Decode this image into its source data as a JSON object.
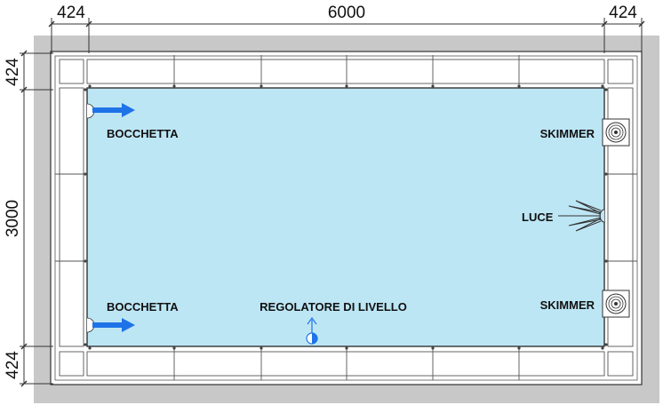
{
  "dimensions": {
    "top_left_width": "424",
    "top_pool_width": "6000",
    "top_right_width": "424",
    "left_top_height": "424",
    "left_pool_height": "3000",
    "left_bottom_height": "424"
  },
  "labels": {
    "nozzle_top": "BOCCHETTA",
    "nozzle_bottom": "BOCCHETTA",
    "skimmer_top": "SKIMMER",
    "skimmer_bottom": "SKIMMER",
    "light": "LUCE",
    "level_regulator": "REGOLATORE DI LIVELLO"
  },
  "colors": {
    "water": "#bde6f5",
    "surround": "#c8c8c8",
    "arrow": "#1e73e6",
    "line": "#333333"
  },
  "icons": {
    "nozzle": "arrow-right-icon",
    "skimmer": "skimmer-icon",
    "light": "light-icon",
    "level_regulator": "level-regulator-icon"
  }
}
